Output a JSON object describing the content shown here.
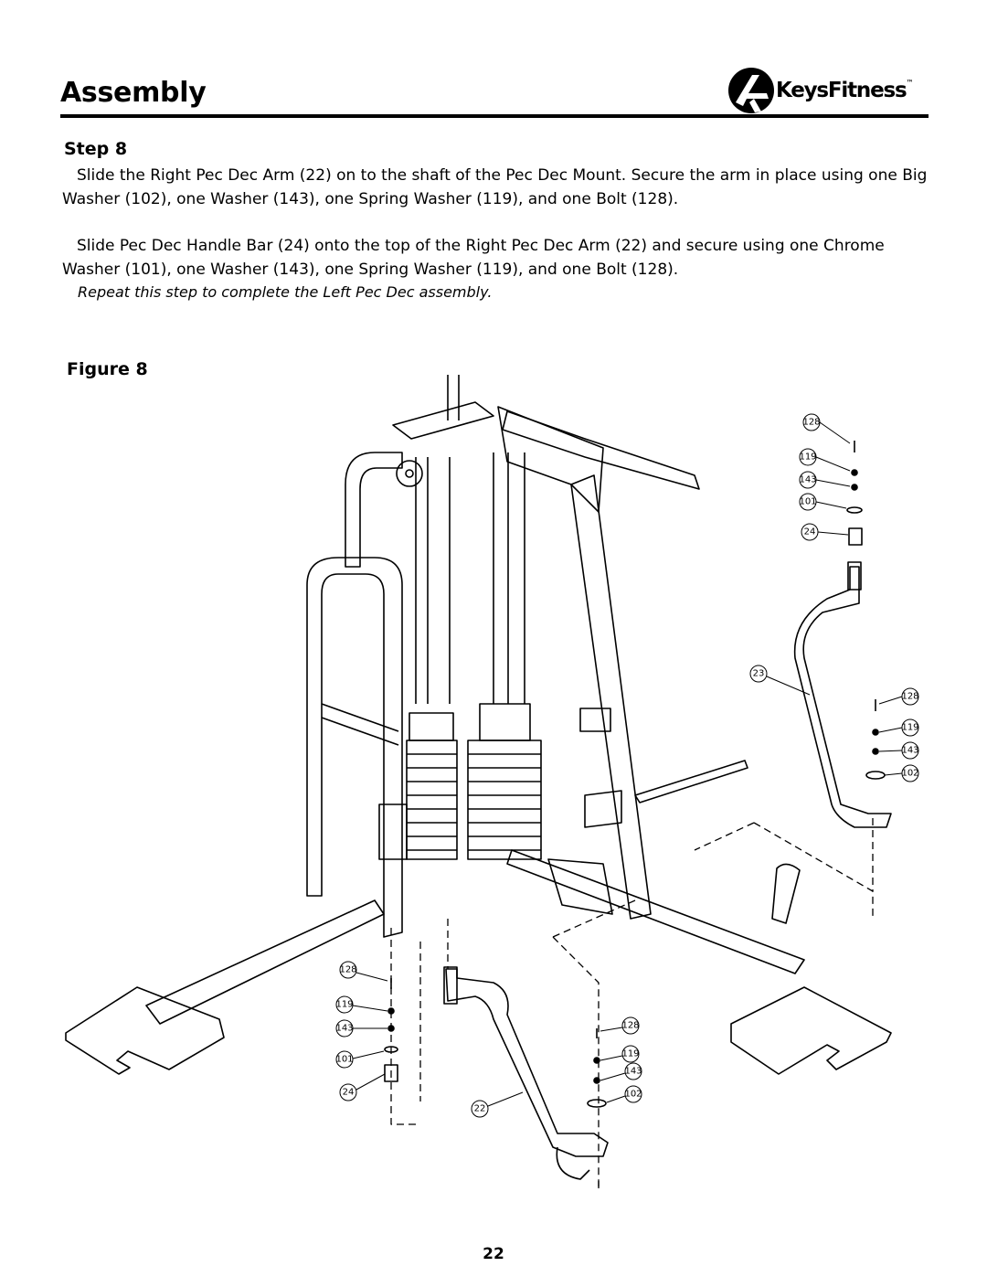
{
  "header": {
    "title": "Assembly",
    "brand": {
      "name_part1": "Keys",
      "name_part2": "Fitness",
      "trademark": "™"
    }
  },
  "step": {
    "heading": "Step 8",
    "paragraphs": [
      "Slide the Right Pec Dec Arm (22) on to the shaft of the Pec Dec Mount.  Secure the arm in place using one Big Washer (102), one Washer (143), one Spring Washer (119), and one Bolt (128).",
      "Slide Pec Dec Handle Bar (24) onto the top of the Right Pec Dec Arm (22) and secure using one Chrome Washer (101), one Washer (143), one Spring Washer (119), and one Bolt (128)."
    ],
    "note": "Repeat this step to complete the Left Pec Dec assembly."
  },
  "figure": {
    "label": "Figure 8",
    "callouts": {
      "top_right": [
        "128",
        "119",
        "143",
        "101",
        "24"
      ],
      "arm_right": "23",
      "mid_right": [
        "128",
        "119",
        "143",
        "102"
      ],
      "bottom_left": [
        "128",
        "119",
        "143",
        "101",
        "24"
      ],
      "arm_left": "22",
      "bottom_mid": [
        "128",
        "119",
        "143",
        "102"
      ]
    }
  },
  "footer": {
    "page_number": "22"
  }
}
